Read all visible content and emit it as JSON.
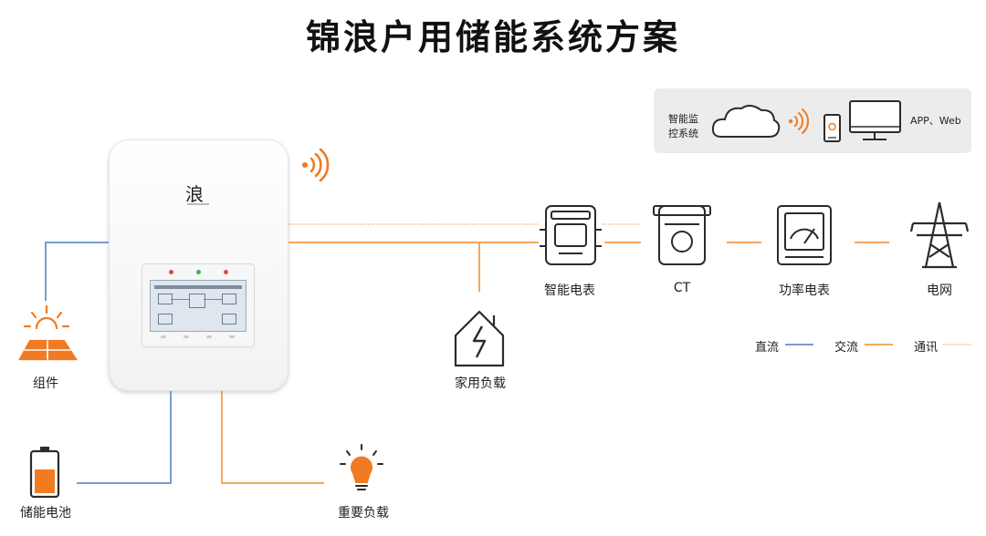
{
  "title": "锦浪户用储能系统方案",
  "monitoring": {
    "label_line1": "智能监",
    "label_line2": "控系统",
    "app_label": "APP、Web",
    "icons": [
      "cloud-icon",
      "wifi-signal-icon",
      "smartphone-icon",
      "monitor-icon"
    ]
  },
  "inverter": {
    "brand_glyph": "浪",
    "icons": [
      "wifi-signal-icon",
      "inverter-screen"
    ]
  },
  "components": {
    "pv": "组件",
    "battery": "储能电池",
    "backup_load": "重要负载",
    "home_load": "家用负载",
    "smart_meter": "智能电表",
    "ct": "CT",
    "power_meter": "功率电表",
    "grid": "电网"
  },
  "legend": {
    "dc": "直流",
    "ac": "交流",
    "comm": "通讯"
  },
  "colors": {
    "dc": "#4a7fc1",
    "ac": "#f08a2b",
    "comm": "#f5a855",
    "icon_orange": "#f07b22",
    "icon_dark": "#2b2b2b"
  }
}
